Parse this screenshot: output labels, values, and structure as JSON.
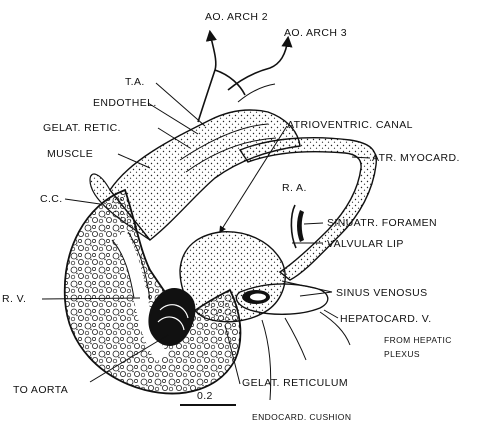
{
  "labels": {
    "ao_arch_2": "AO. ARCH 2",
    "ao_arch_3": "AO. ARCH 3",
    "ta": "T.A.",
    "endothel": "ENDOTHEL.",
    "gelat_retic": "GELAT. RETIC.",
    "muscle": "MUSCLE",
    "cc": "C.C.",
    "atrioventric_canal": "ATRIOVENTRIC. CANAL",
    "atr_myocard": "ATR. MYOCARD.",
    "ra": "R. A.",
    "sinuatr_foramen": "SINUATR. FORAMEN",
    "valvular_lip": "VALVULAR LIP",
    "rv": "R. V.",
    "sinus_venosus": "SINUS VENOSUS",
    "hepatocard_v": "HEPATOCARD. V.",
    "from_hepatic": "FROM HEPATIC",
    "plexus": "PLEXUS",
    "to_aorta": "TO AORTA",
    "gelat_reticulum": "GELAT. RETICULUM",
    "endocard_cushion": "ENDOCARD. CUSHION",
    "scale": "0.2"
  }
}
